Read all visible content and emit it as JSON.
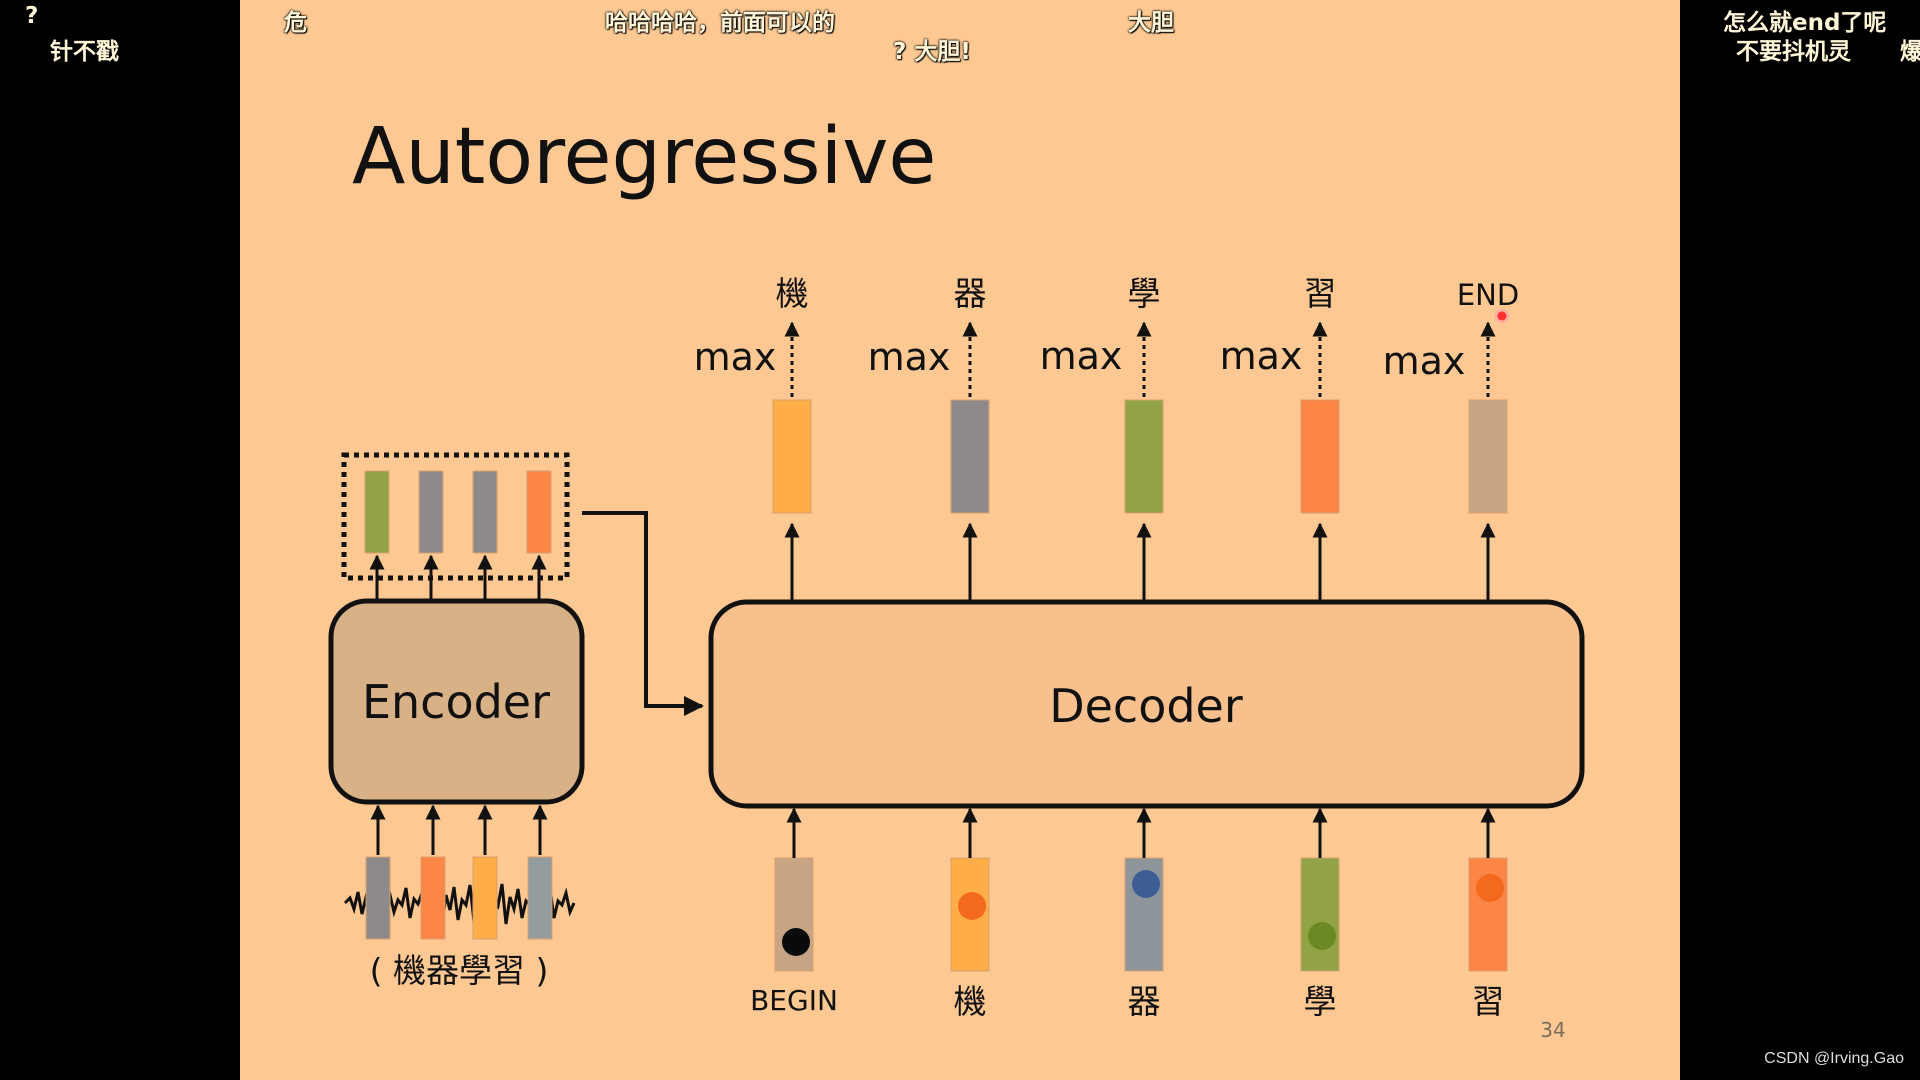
{
  "slide": {
    "title": "Autoregressive",
    "page_number": "34",
    "encoder_label": "Encoder",
    "decoder_label": "Decoder",
    "encoder_input_caption": "( 機器學習 )",
    "max_label": "max"
  },
  "decoder_outputs": [
    {
      "token": "機",
      "color": "#ffad47"
    },
    {
      "token": "器",
      "color": "#8e8a8c"
    },
    {
      "token": "學",
      "color": "#91a346"
    },
    {
      "token": "習",
      "color": "#fd8546"
    },
    {
      "token": "END",
      "color": "#c7a484"
    }
  ],
  "decoder_inputs": [
    {
      "token": "BEGIN",
      "color": "#c7a484",
      "dot": "#0a0a0a"
    },
    {
      "token": "機",
      "color": "#ffad47",
      "dot": "#f36a1e"
    },
    {
      "token": "器",
      "color": "#8e969b",
      "dot": "#3d5e93"
    },
    {
      "token": "學",
      "color": "#91a346",
      "dot": "#6b8a26"
    },
    {
      "token": "習",
      "color": "#fd8546",
      "dot": "#f36a1e"
    }
  ],
  "encoder_outputs": [
    {
      "color": "#91a346"
    },
    {
      "color": "#8e8a8c"
    },
    {
      "color": "#8e8a8c"
    },
    {
      "color": "#fd8546"
    }
  ],
  "encoder_inputs": [
    {
      "color": "#8e8a8c"
    },
    {
      "color": "#fd8546"
    },
    {
      "color": "#ffad47"
    },
    {
      "color": "#959ca0"
    }
  ],
  "danmaku": [
    {
      "text": "?"
    },
    {
      "text": "针不戳"
    },
    {
      "text": "危"
    },
    {
      "text": "哈哈哈哈，前面可以的"
    },
    {
      "text": "? 大胆!"
    },
    {
      "text": "大胆"
    },
    {
      "text": "怎么就end了呢"
    },
    {
      "text": "不要抖机灵"
    },
    {
      "text": "爆"
    }
  ],
  "watermark": "CSDN @Irving.Gao"
}
